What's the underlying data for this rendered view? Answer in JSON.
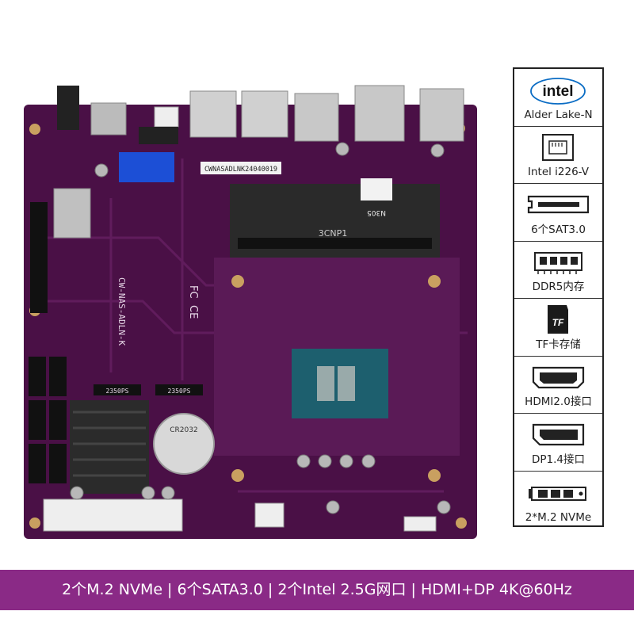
{
  "board": {
    "model_silkscreen": "CW-NAS-ADLN-K",
    "serial_label": "CWNASADLNK24040019",
    "dimm_label": "3CNP1",
    "cpu_label": "N305",
    "m2_labels": [
      "2350PS",
      "2350PS"
    ],
    "battery_label": "CR2032",
    "fc_mark": "FC",
    "ce_mark": "CE"
  },
  "features": [
    {
      "icon": "intel-logo-icon",
      "label": "Alder Lake-N",
      "logo_text": "intel"
    },
    {
      "icon": "ethernet-port-icon",
      "label": "Intel i226-V"
    },
    {
      "icon": "sata-port-icon",
      "label": "6个SAT3.0"
    },
    {
      "icon": "memory-module-icon",
      "label": "DDR5内存"
    },
    {
      "icon": "tf-card-icon",
      "label": "TF卡存储",
      "logo_text": "TF"
    },
    {
      "icon": "hdmi-port-icon",
      "label": "HDMI2.0接口"
    },
    {
      "icon": "displayport-icon",
      "label": "DP1.4接口"
    },
    {
      "icon": "m2-ssd-icon",
      "label": "2*M.2 NVMe"
    }
  ],
  "banner": {
    "text": "2个M.2 NVMe | 6个SATA3.0 | 2个Intel 2.5G网口 | HDMI+DP 4K@60Hz",
    "color": "#8a2a86"
  },
  "colors": {
    "pcb": "#4a1046",
    "pcb_trace": "#6a2266",
    "accent": "#8a2a86"
  }
}
